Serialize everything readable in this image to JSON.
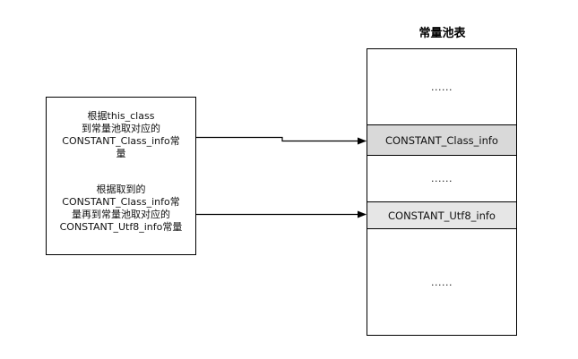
{
  "diagram": {
    "title": "常量池表",
    "left_box": {
      "text1_lines": [
        "根据this_class",
        "到常量池取对应的",
        "CONSTANT_Class_info常",
        "量"
      ],
      "text2_lines": [
        "根据取到的",
        "CONSTANT_Class_info常",
        "量再到常量池取对应的",
        "CONSTANT_Utf8_info常量"
      ]
    },
    "pool": {
      "rows": [
        {
          "text": "......"
        },
        {
          "text": "CONSTANT_Class_info"
        },
        {
          "text": "......"
        },
        {
          "text": "CONSTANT_Utf8_info"
        },
        {
          "text": "......"
        }
      ]
    }
  }
}
